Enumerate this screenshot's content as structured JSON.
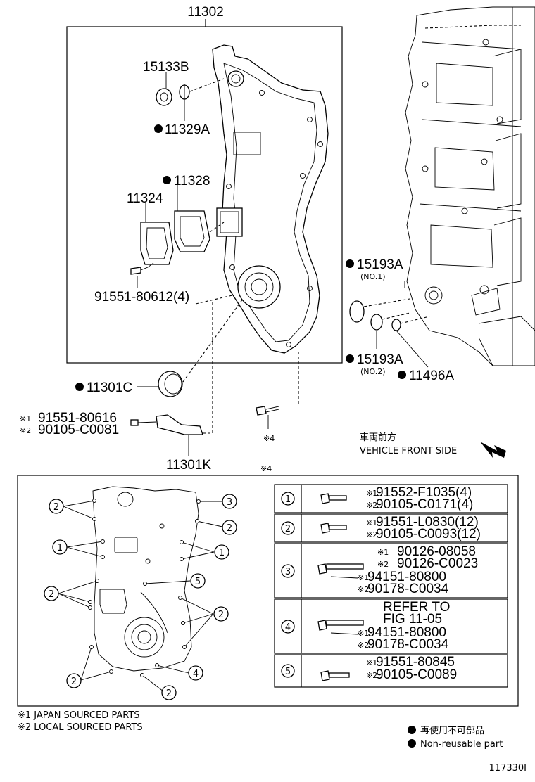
{
  "callouts": {
    "main_assy": "11302",
    "c15133b": "15133B",
    "c11329a": "11329A",
    "c11328": "11328",
    "c11324": "11324",
    "c91551_80612": "91551-80612(4)",
    "c15193a_1": "15193A",
    "no1": "(NO.1)",
    "c15193a_2": "15193A",
    "no2": "(NO.2)",
    "c11496a": "11496A",
    "c11301c": "11301C",
    "c91551_80616": "91551-80616",
    "c90105_c0081": "90105-C0081",
    "c11301k": "11301K",
    "ref4_a": "※4",
    "ref4_b": "※4"
  },
  "markers": {
    "m1": "※1",
    "m2": "※2"
  },
  "vehicle_front": {
    "jp": "車両前方",
    "en": "VEHICLE FRONT SIDE"
  },
  "bolt_table": [
    {
      "num": "1",
      "lines": [
        {
          "m": "※1",
          "p": "91552-F1035(4)"
        },
        {
          "m": "※2",
          "p": "90105-C0171(4)"
        }
      ]
    },
    {
      "num": "2",
      "lines": [
        {
          "m": "※1",
          "p": "91551-L0830(12)"
        },
        {
          "m": "※2",
          "p": "90105-C0093(12)"
        }
      ]
    },
    {
      "num": "3",
      "lines": [
        {
          "m": "※1",
          "p": "90126-08058"
        },
        {
          "m": "※2",
          "p": "90126-C0023"
        },
        {
          "m": "※1",
          "p": "94151-80800"
        },
        {
          "m": "※2",
          "p": "90178-C0034"
        }
      ]
    },
    {
      "num": "4",
      "refer": [
        "REFER TO",
        "FIG 11-05"
      ],
      "lines": [
        {
          "m": "※1",
          "p": "94151-80800"
        },
        {
          "m": "※2",
          "p": "90178-C0034"
        }
      ]
    },
    {
      "num": "5",
      "lines": [
        {
          "m": "※1",
          "p": "91551-80845"
        },
        {
          "m": "※2",
          "p": "90105-C0089"
        }
      ]
    }
  ],
  "bolt_map_labels": [
    "2",
    "3",
    "2",
    "1",
    "1",
    "5",
    "2",
    "2",
    "2",
    "4",
    "2"
  ],
  "footnotes": {
    "n1": "※1 JAPAN SOURCED PARTS",
    "n2": "※2 LOCAL SOURCED PARTS"
  },
  "legend": {
    "jp": "再使用不可部品",
    "en": "Non-reusable part"
  },
  "figure_id": "117330I"
}
